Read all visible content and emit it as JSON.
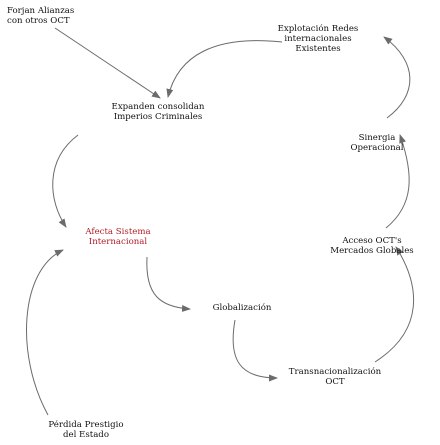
{
  "diagram": {
    "colors": {
      "text": "#111111",
      "highlight": "#b0202a",
      "edge": "#6b6b6b"
    },
    "nodes": {
      "forjan": [
        "Forjan Alianzas",
        "con otros OCT"
      ],
      "explotacion": [
        "Explotación Redes",
        "internacionales",
        "Existentes"
      ],
      "expanden": [
        "Expanden consolidan",
        "Imperios Criminales"
      ],
      "sinergia": [
        "Sinergia",
        "Operacional"
      ],
      "afecta": [
        "Afecta Sistema",
        "Internacional"
      ],
      "acceso": [
        "Acceso OCT's",
        "Mercados Globales"
      ],
      "globalizacion": [
        "Globalización"
      ],
      "transnacionalizacion": [
        "Transnacionalización",
        "OCT"
      ],
      "perdida": [
        "Pérdida Prestigio",
        "del Estado"
      ]
    },
    "edges": [
      {
        "from": "forjan",
        "to": "expanden"
      },
      {
        "from": "explotacion",
        "to": "expanden"
      },
      {
        "from": "expanden",
        "to": "afecta"
      },
      {
        "from": "perdida",
        "to": "afecta"
      },
      {
        "from": "afecta",
        "to": "globalizacion"
      },
      {
        "from": "globalizacion",
        "to": "transnacionalizacion"
      },
      {
        "from": "transnacionalizacion",
        "to": "acceso"
      },
      {
        "from": "acceso",
        "to": "sinergia"
      },
      {
        "from": "sinergia",
        "to": "explotacion"
      }
    ]
  }
}
